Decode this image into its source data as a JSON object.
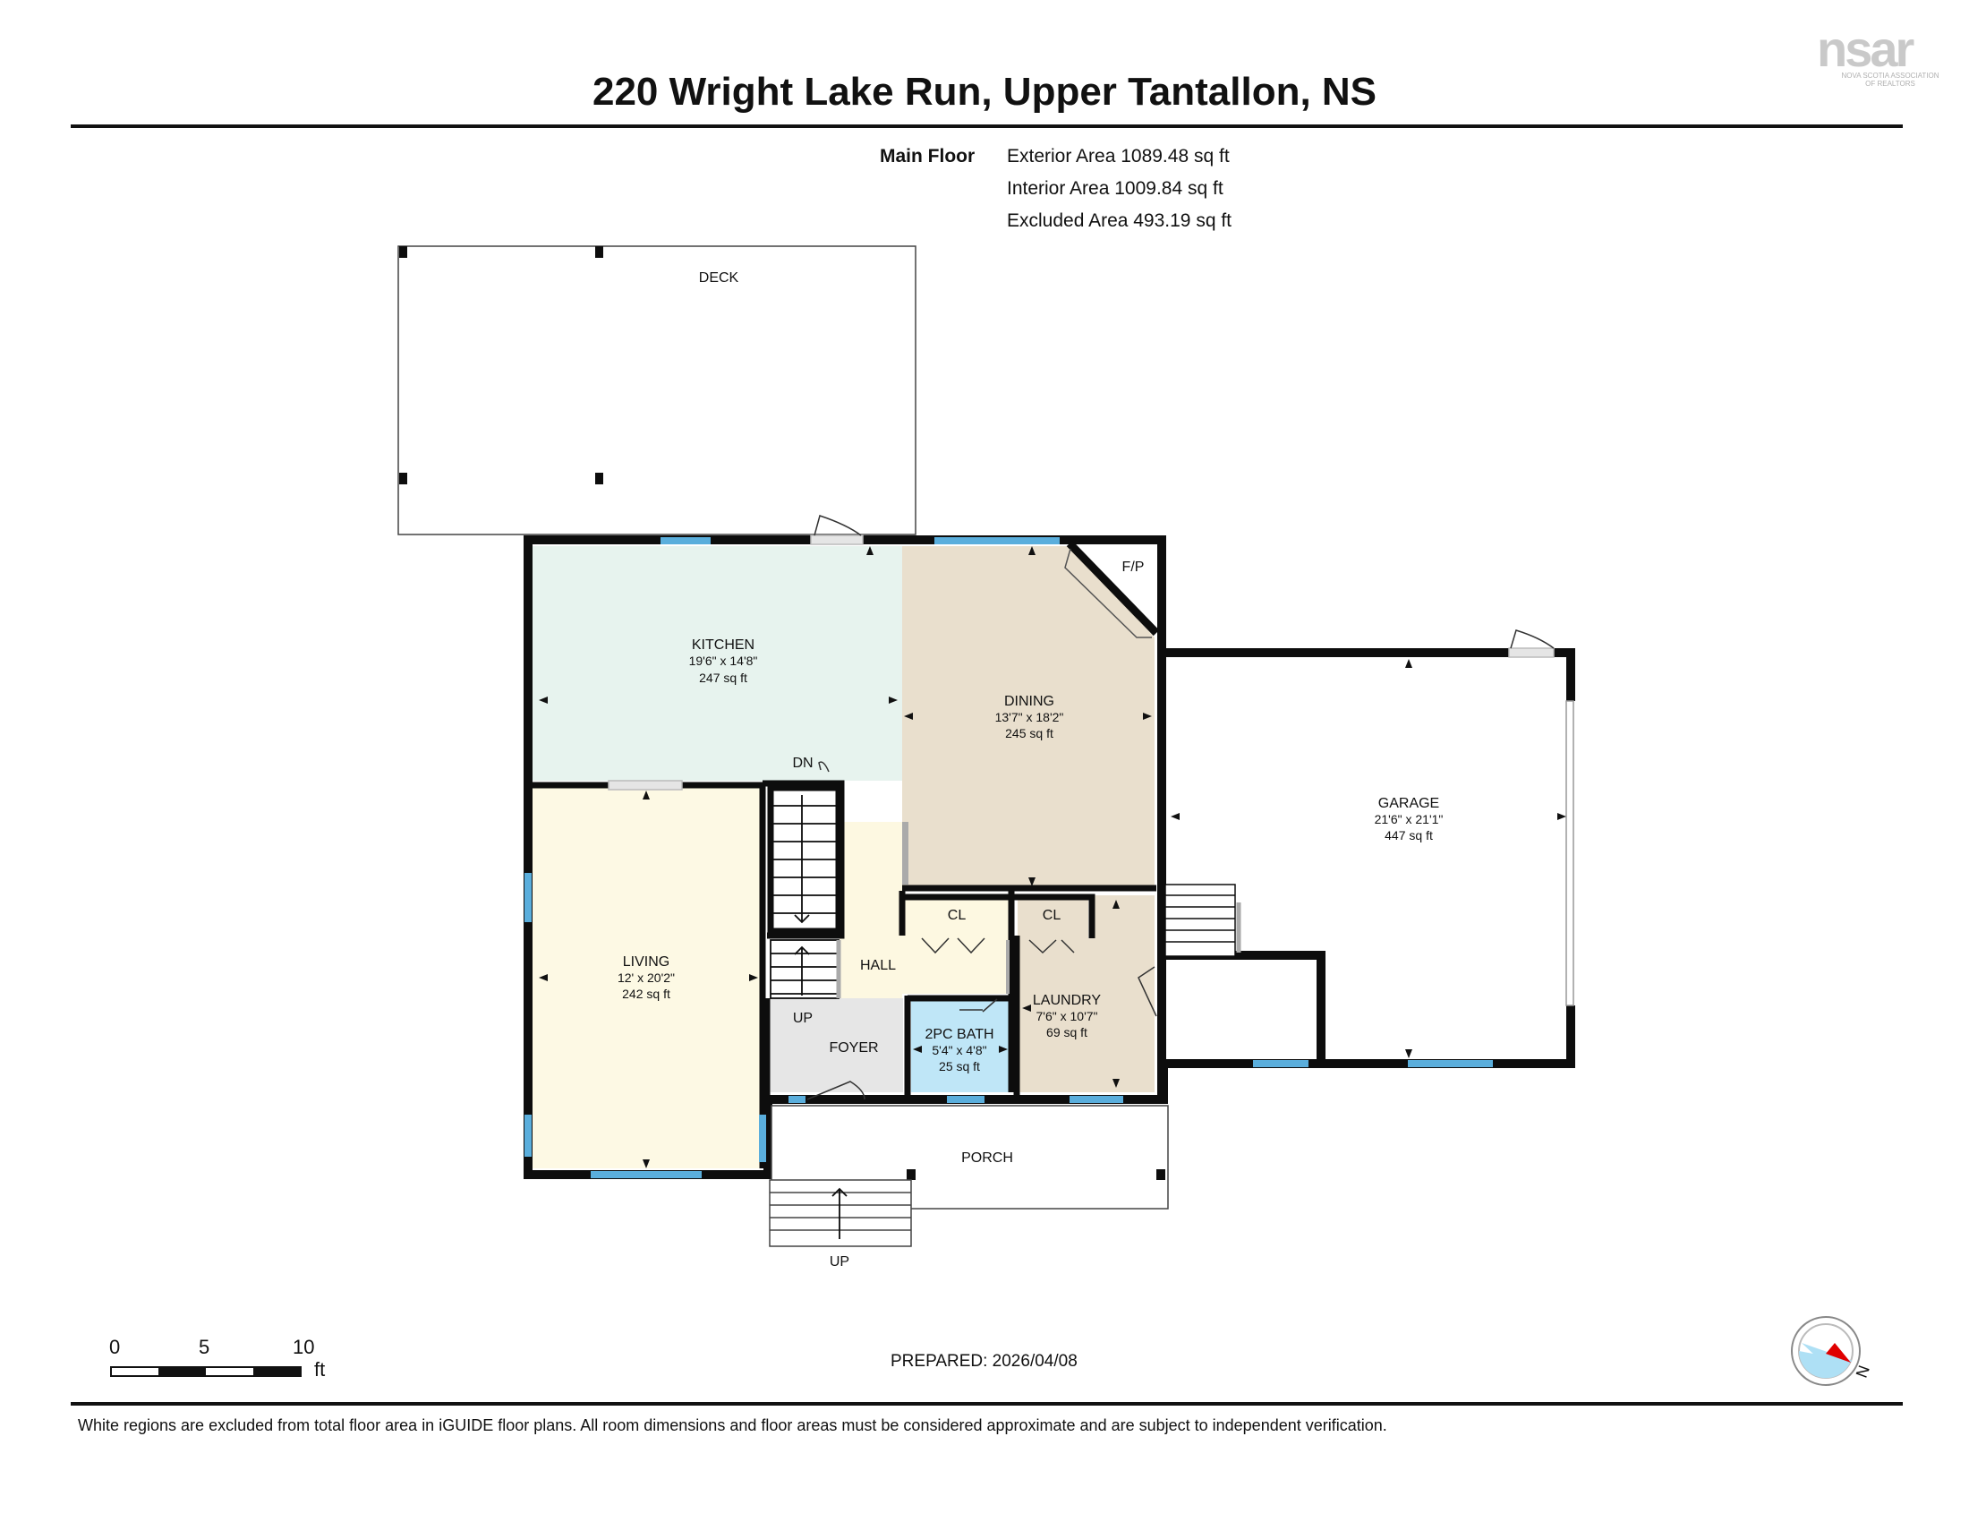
{
  "header": {
    "title": "220 Wright Lake Run, Upper Tantallon, NS",
    "logo_text": "nsar",
    "logo_subtext": "NOVA SCOTIA ASSOCIATION OF REALTORS"
  },
  "areas": {
    "floor_name": "Main Floor",
    "exterior": "Exterior Area 1089.48 sq ft",
    "interior": "Interior Area 1009.84 sq ft",
    "excluded": "Excluded Area 493.19 sq ft"
  },
  "rooms": {
    "deck": {
      "name": "DECK"
    },
    "kitchen": {
      "name": "KITCHEN",
      "dims": "19'6\" x 14'8\"",
      "area": "247 sq ft"
    },
    "dining": {
      "name": "DINING",
      "dims": "13'7\" x 18'2\"",
      "area": "245 sq ft"
    },
    "fireplace": {
      "name": "F/P"
    },
    "garage": {
      "name": "GARAGE",
      "dims": "21'6\" x 21'1\"",
      "area": "447 sq ft"
    },
    "living": {
      "name": "LIVING",
      "dims": "12' x 20'2\"",
      "area": "242 sq ft"
    },
    "hall": {
      "name": "HALL"
    },
    "closet1": {
      "name": "CL"
    },
    "closet2": {
      "name": "CL"
    },
    "laundry": {
      "name": "LAUNDRY",
      "dims": "7'6\" x 10'7\"",
      "area": "69 sq ft"
    },
    "bath": {
      "name": "2PC BATH",
      "dims": "5'4\" x 4'8\"",
      "area": "25 sq ft"
    },
    "foyer": {
      "name": "FOYER"
    },
    "porch": {
      "name": "PORCH"
    }
  },
  "stairs": {
    "down": "DN",
    "up_inside": "UP",
    "up_porch": "UP"
  },
  "scale": {
    "t0": "0",
    "t5": "5",
    "t10": "10",
    "unit": "ft"
  },
  "footer": {
    "prepared": "PREPARED: 2026/04/08",
    "disclaimer": "White regions are excluded from total floor area in iGUIDE floor plans. All room dimensions and floor areas must be considered approximate and are subject to independent verification."
  },
  "compass": {
    "label": "N"
  },
  "colors": {
    "kitchen": "#e7f3ee",
    "dining": "#e9dfcd",
    "living": "#fdf9e4",
    "hall": "#fdf8e1",
    "laundry": "#e9dfcd",
    "bath": "#bfe6f7",
    "foyer": "#e6e6e6",
    "window": "#5aaedc",
    "wall": "#0d0d0d"
  }
}
